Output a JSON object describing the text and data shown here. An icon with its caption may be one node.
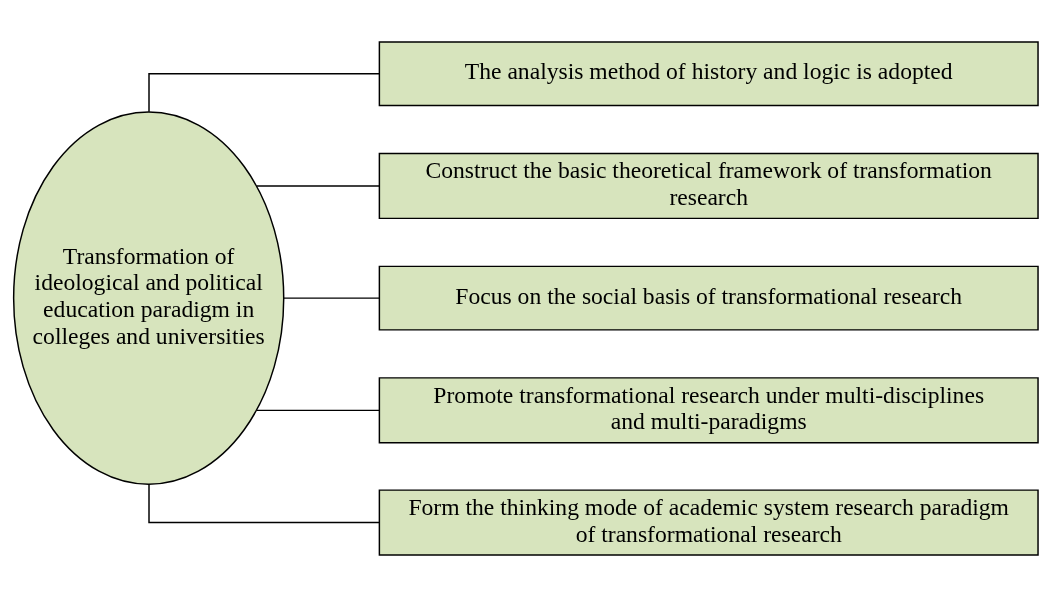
{
  "diagram": {
    "nodes": [
      {
        "text": [
          "Transformation of ideological and political education paradigm in colleges and universities"
        ]
      },
      {
        "text": [
          "The analysis method of history and logic is adopted"
        ]
      },
      {
        "text": [
          "Construct the basic theoretical framework of transformation research"
        ]
      },
      {
        "text": [
          "Focus on the social basis of transformational research"
        ]
      },
      {
        "text": [
          "Promote transformational research under multi-disciplines and multi-paradigms"
        ]
      },
      {
        "text": [
          "Form the thinking mode of academic system research paradigm of transformational research"
        ]
      }
    ],
    "edges": [
      {
        "from": 0,
        "to": 1,
        "arrow": "none"
      },
      {
        "from": 0,
        "to": 2,
        "arrow": "none"
      },
      {
        "from": 0,
        "to": 3,
        "arrow": "none"
      },
      {
        "from": 0,
        "to": 4,
        "arrow": "none"
      },
      {
        "from": 0,
        "to": 5,
        "arrow": "none"
      }
    ]
  }
}
